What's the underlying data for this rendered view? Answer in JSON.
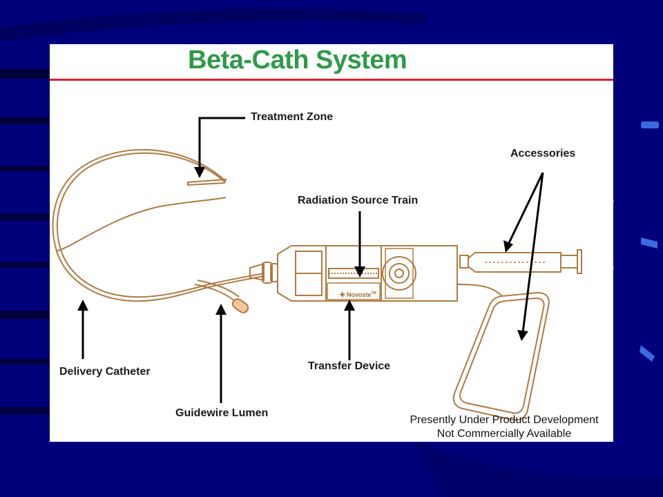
{
  "title": "Beta-Cath System",
  "labels": {
    "treatment_zone": "Treatment Zone",
    "radiation_source_train": "Radiation Source Train",
    "accessories": "Accessories",
    "delivery_catheter": "Delivery Catheter",
    "guidewire_lumen": "Guidewire Lumen",
    "transfer_device": "Transfer Device"
  },
  "device_brand": "Novoste",
  "note": {
    "line1": "Presently Under Product Development",
    "line2": "Not Commercially Available"
  },
  "colors": {
    "background": "#00007a",
    "title": "#2f9a4a",
    "rule": "#e0202a",
    "device_outline": "#b07a40"
  }
}
